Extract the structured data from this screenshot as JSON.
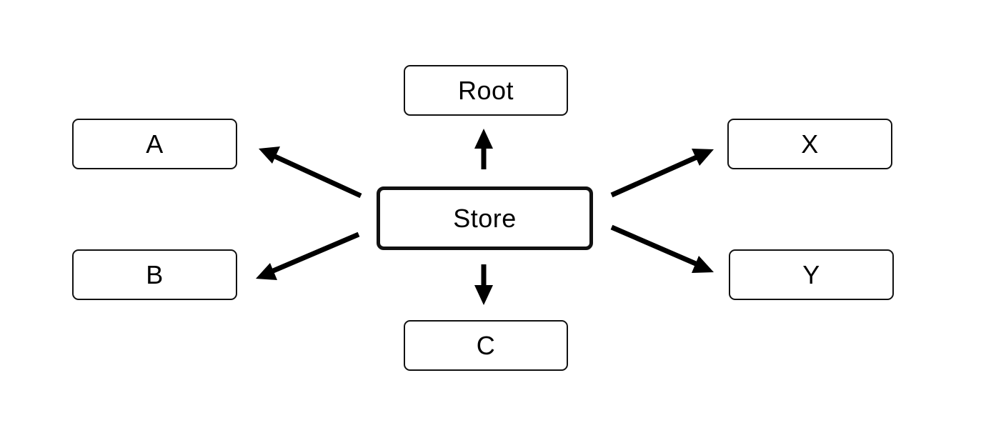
{
  "diagram": {
    "center": {
      "label": "Store"
    },
    "nodes": {
      "root": {
        "label": "Root"
      },
      "a": {
        "label": "A"
      },
      "b": {
        "label": "B"
      },
      "c": {
        "label": "C"
      },
      "x": {
        "label": "X"
      },
      "y": {
        "label": "Y"
      }
    },
    "edges": [
      {
        "from": "Store",
        "to": "Root"
      },
      {
        "from": "Store",
        "to": "A"
      },
      {
        "from": "Store",
        "to": "B"
      },
      {
        "from": "Store",
        "to": "C"
      },
      {
        "from": "Store",
        "to": "X"
      },
      {
        "from": "Store",
        "to": "Y"
      }
    ],
    "colors": {
      "stroke": "#111111",
      "arrow": "#000000",
      "background": "#ffffff"
    }
  }
}
